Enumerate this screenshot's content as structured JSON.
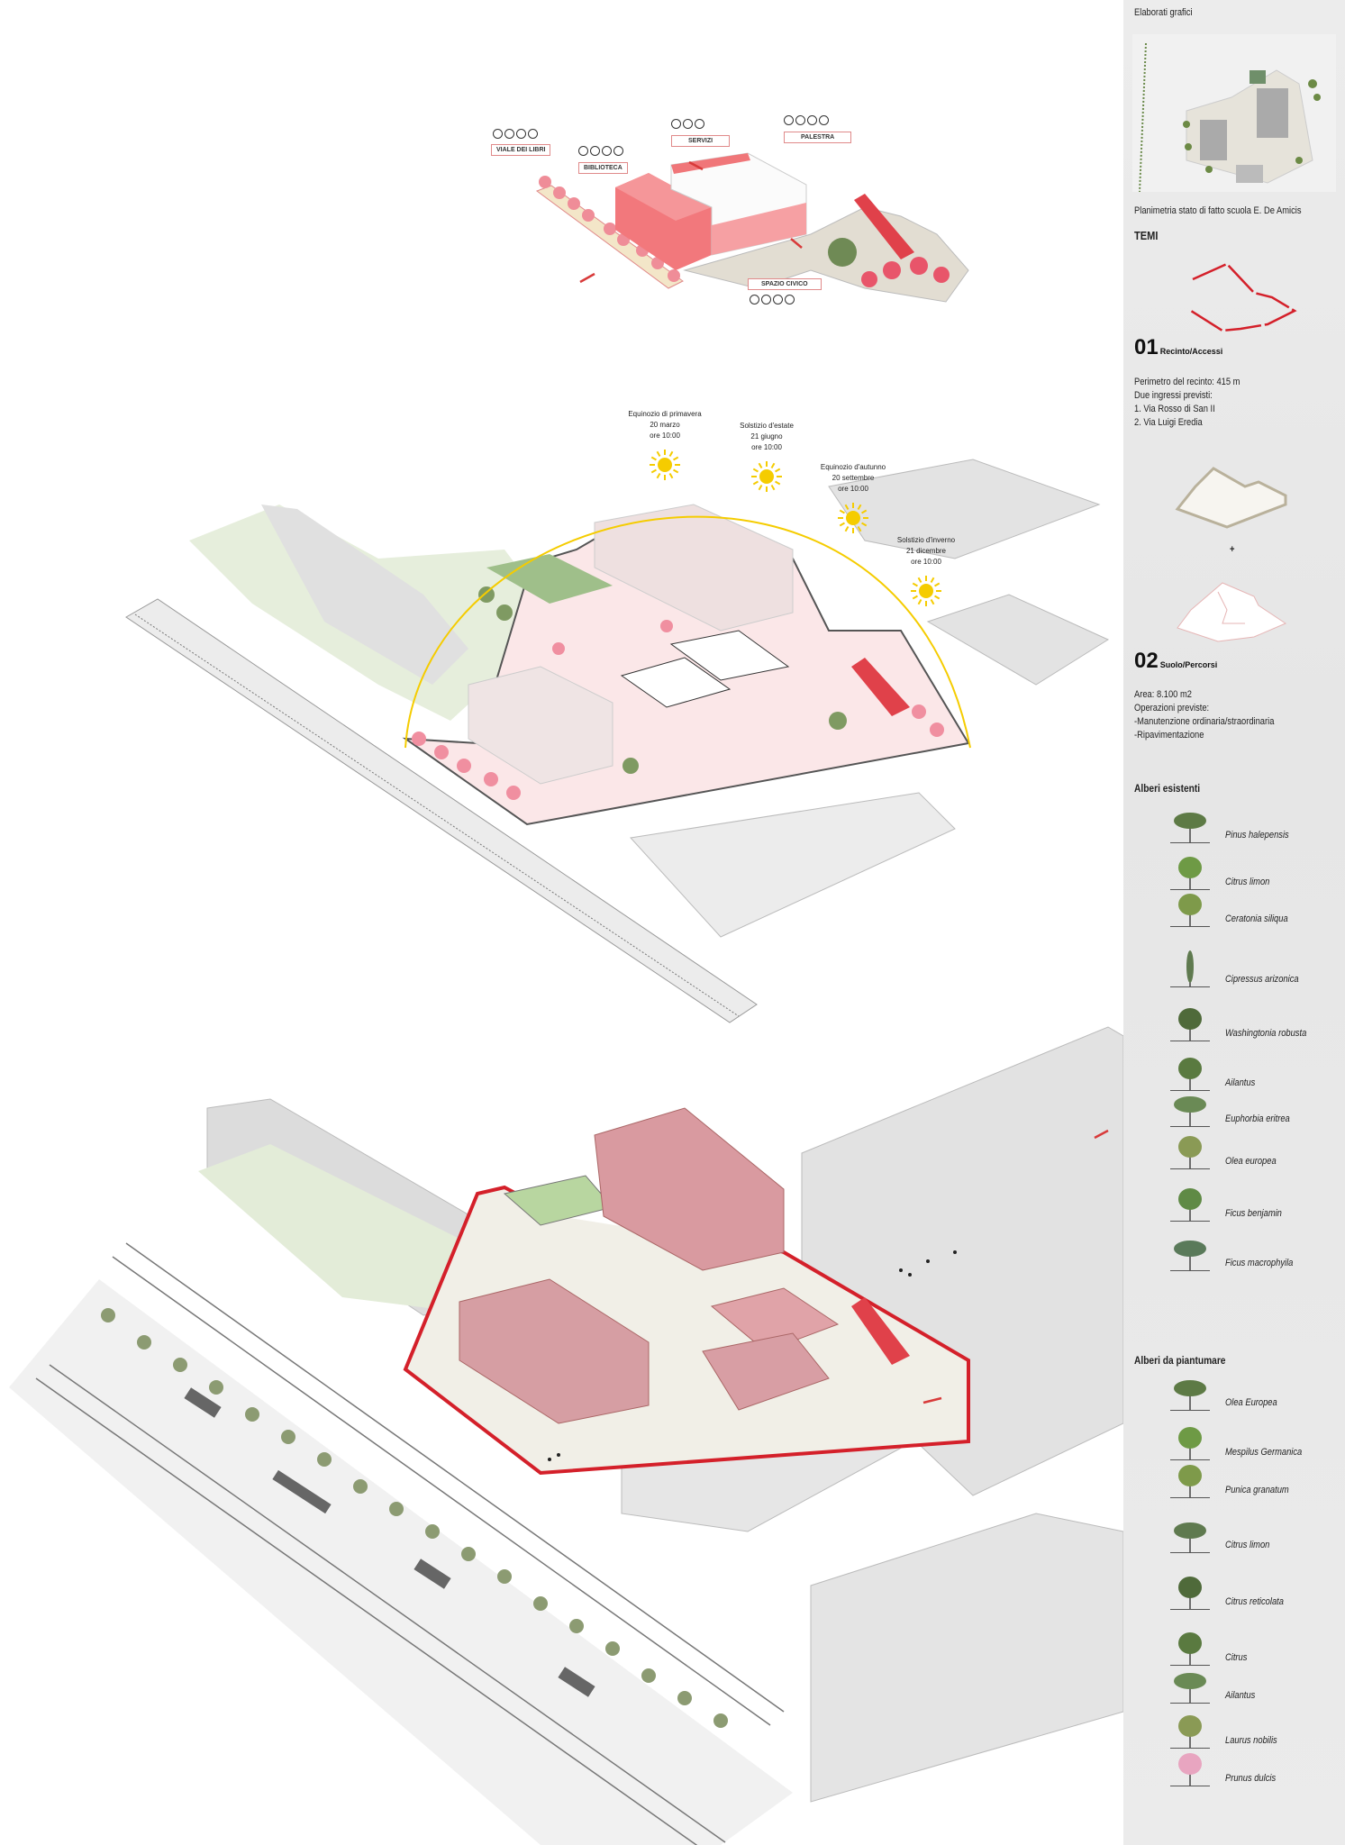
{
  "top_diagram": {
    "callouts": [
      {
        "label": "VIALE DEI LIBRI",
        "icons": [
          "bus-icon",
          "bench-icon",
          "tree-icon",
          "walker-icon"
        ]
      },
      {
        "label": "BIBLIOTECA",
        "icons": [
          "people-icon",
          "reading-icon",
          "bookshelf-icon",
          "computer-icon"
        ]
      },
      {
        "label": "SERVIZI",
        "icons": [
          "wc-icon",
          "shower-icon",
          "locker-icon"
        ]
      },
      {
        "label": "PALESTRA",
        "icons": [
          "gymnast-icon",
          "ball-icon",
          "swimmer-icon",
          "trophy-icon"
        ]
      },
      {
        "label": "SPAZIO CIVICO",
        "icons": [
          "umbrella-icon",
          "family-icon",
          "tent-icon",
          "crowd-icon"
        ]
      }
    ],
    "accent": "#f08080"
  },
  "sun_diagram": {
    "positions": [
      {
        "title": "Equinozio di primavera",
        "date": "20 marzo",
        "time": "ore 10:00"
      },
      {
        "title": "Solstizio d'estate",
        "date": "21 giugno",
        "time": "ore 10:00"
      },
      {
        "title": "Equinozio d'autunno",
        "date": "20 settembre",
        "time": "ore 10:00"
      },
      {
        "title": "Solstizio d'inverno",
        "date": "21 dicembre",
        "time": "ore 10:00"
      }
    ],
    "sun_color": "#f5cc00"
  },
  "sidebar": {
    "heading": "Elaborati grafici",
    "plan_caption": "Planimetria stato di fatto scuola E. De Amicis",
    "temi": "TEMI",
    "theme1": {
      "number": "01",
      "title": "Recinto/Accessi",
      "lines": [
        "Perimetro del recinto: 415 m",
        "Due ingressi previsti:",
        "1. Via Rosso di San II",
        "2. Via Luigi Eredia"
      ]
    },
    "plus": "+",
    "theme2": {
      "number": "02",
      "title": "Suolo/Percorsi",
      "lines": [
        "Area: 8.100 m2",
        "Operazioni previste:",
        "-Manutenzione ordinaria/straordinaria",
        "-Ripavimentazione"
      ]
    },
    "existing_trees_title": "Alberi esistenti",
    "existing_trees": [
      "Pinus halepensis",
      "Citrus limon",
      "Ceratonia siliqua",
      "Cipressus arizonica",
      "Washingtonia robusta",
      "Ailantus",
      "Euphorbia eritrea",
      "Olea europea",
      "Ficus benjamin",
      "Ficus macrophyila"
    ],
    "new_trees_title": "Alberi da piantumare",
    "new_trees": [
      "Olea Europea",
      "Mespilus Germanica",
      "Punica granatum",
      "Citrus limon",
      "Citrus reticolata",
      "Citrus",
      "Ailantus",
      "Laurus nobilis",
      "Prunus dulcis"
    ]
  },
  "colors": {
    "red": "#d4202a",
    "pink": "#f4a5a8",
    "grey": "#d9d9d9",
    "green": "#7a9a5a"
  }
}
